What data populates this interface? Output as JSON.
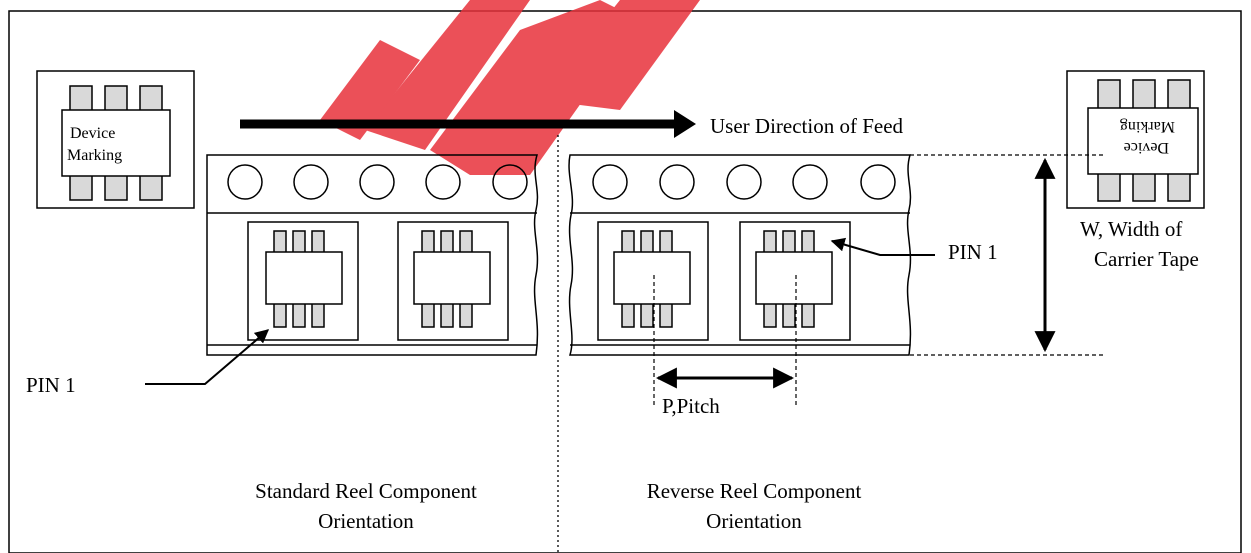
{
  "labels": {
    "device_marking_line1": "Device",
    "device_marking_line2": "Marking",
    "feed_direction": "User Direction of Feed",
    "pin1_left": "PIN 1",
    "pin1_right": "PIN 1",
    "width_line1": "W, Width of",
    "width_line2": "Carrier Tape",
    "pitch": "P,Pitch",
    "standard_line1": "Standard Reel Component",
    "standard_line2": "Orientation",
    "reverse_line1": "Reverse Reel Component",
    "reverse_line2": "Orientation"
  },
  "colors": {
    "line": "#000000",
    "pin_fill": "#d9d9d9",
    "watermark": "#e8323c"
  }
}
